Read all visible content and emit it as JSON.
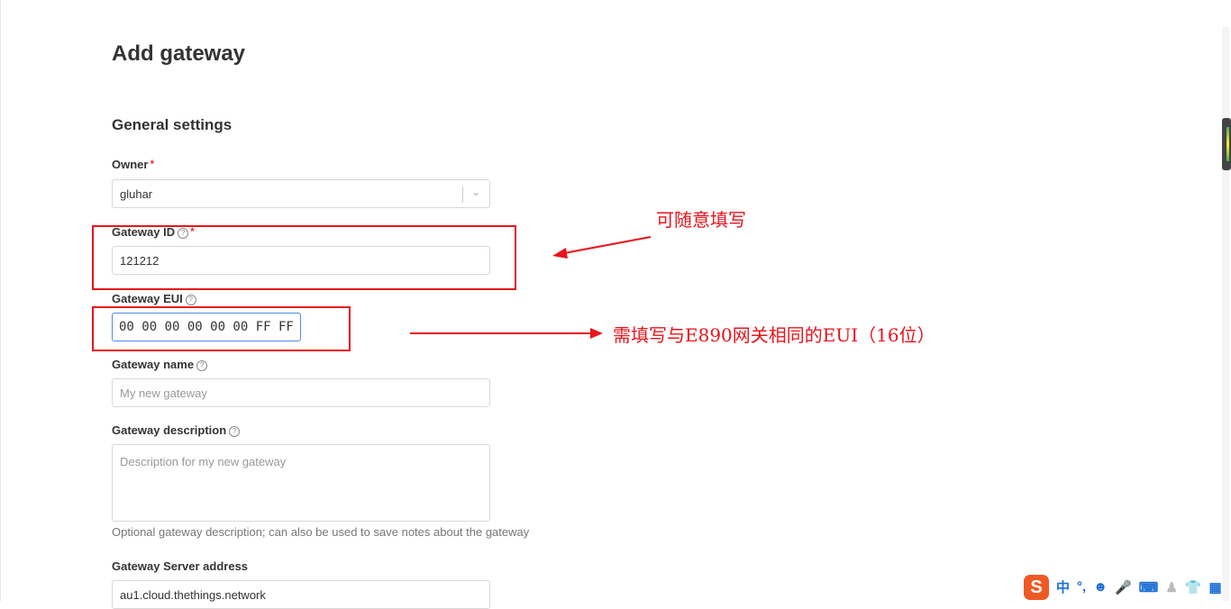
{
  "page": {
    "title": "Add gateway",
    "section": "General settings"
  },
  "form": {
    "owner": {
      "label": "Owner",
      "required": "*",
      "value": "gluhar"
    },
    "gateway_id": {
      "label": "Gateway ID",
      "required": "*",
      "value": "121212"
    },
    "gateway_eui": {
      "label": "Gateway EUI",
      "value": "00 00 00 00 00 00 FF FF"
    },
    "gateway_name": {
      "label": "Gateway name",
      "placeholder": "My new gateway"
    },
    "gateway_description": {
      "label": "Gateway description",
      "placeholder": "Description for my new gateway",
      "hint": "Optional gateway description; can also be used to save notes about the gateway"
    },
    "server_address": {
      "label": "Gateway Server address",
      "value": "au1.cloud.thethings.network"
    }
  },
  "annotations": {
    "id_note": "可随意填写",
    "eui_note": "需填写与E890网关相同的EUI（16位）",
    "color": "#e8141b"
  },
  "ime": {
    "logo": "S",
    "mode": "中",
    "punct": "°,",
    "icons": [
      "emoji-icon",
      "microphone-icon",
      "keyboard-icon",
      "user-icon",
      "skin-icon",
      "apps-icon"
    ]
  }
}
